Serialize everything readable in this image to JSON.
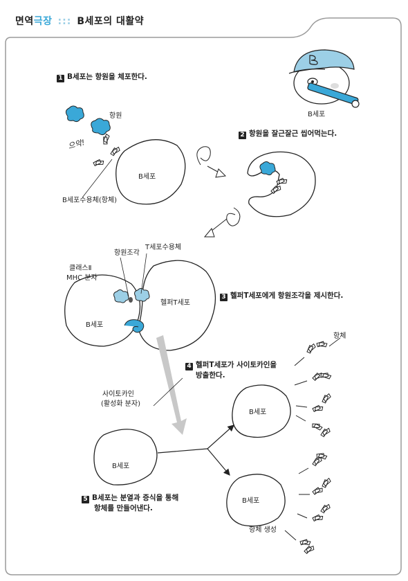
{
  "header": {
    "part1": "면역",
    "part2": "극장",
    "dots": ":::",
    "title": "B세포의 대활약"
  },
  "steps": {
    "s1": {
      "num": "1",
      "text": "B세포는 항원을 체포한다."
    },
    "s2": {
      "num": "2",
      "text": "항원을 잘근잘근 씹어먹는다."
    },
    "s3": {
      "num": "3",
      "text": "헬퍼T세포에게 항원조각을 제시한다."
    },
    "s4": {
      "num": "4",
      "line1": "헬퍼T세포가 사이토카인을",
      "line2": "방출한다."
    },
    "s5": {
      "num": "5",
      "line1": "B세포는 분열과 증식을 통해",
      "line2": "항체를 만들어낸다."
    }
  },
  "labels": {
    "antigen": "항원",
    "sound": "으악!",
    "bcell": "B세포",
    "bcr": "B세포수용체(항체)",
    "mascot_letter": "B",
    "mascot_label": "B세포",
    "antigen_fragment": "항원조각",
    "tcr": "T세포수용체",
    "mhc1": "클래스Ⅱ",
    "mhc2": "MHC 분자",
    "helper": "헬퍼T세포",
    "cytokine1": "사이토카인",
    "cytokine2": "(활성화 분자)",
    "antibody": "항체",
    "antibody_production": "항체 생성"
  },
  "colors": {
    "accent": "#3aa8d8",
    "light_blue": "#9ccfe6",
    "frame": "#9a9a9a",
    "arrow_gray": "#c8c8c8"
  }
}
